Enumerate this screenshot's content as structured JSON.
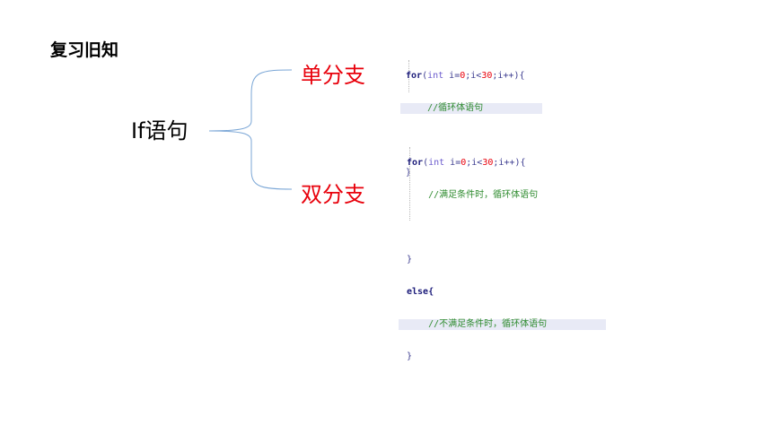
{
  "title": "复习旧知",
  "topic": "If语句",
  "branches": {
    "single": "单分支",
    "double": "双分支"
  },
  "code_single": {
    "line1": {
      "kw": "for",
      "open": "(",
      "type": "int",
      "rest": " i=",
      "n0": "0",
      "mid": ";i<",
      "n30": "30",
      "end": ";i++){"
    },
    "line2": "    //循环体语句",
    "line4": "}"
  },
  "code_double": {
    "line1": {
      "kw": "for",
      "open": "(",
      "type": "int",
      "rest": " i=",
      "n0": "0",
      "mid": ";i<",
      "n30": "30",
      "end": ";i++){"
    },
    "line2": "    //满足条件时，循环体语句",
    "line4": "}",
    "line5": "else{",
    "line6": "    //不满足条件时，循环体语句",
    "line7": "}"
  },
  "colors": {
    "branch": "#e8000b",
    "brace": "#7aa6d6",
    "comment": "#2e8b2e",
    "keyword": "#1b1b7a",
    "number": "#e8000b"
  }
}
